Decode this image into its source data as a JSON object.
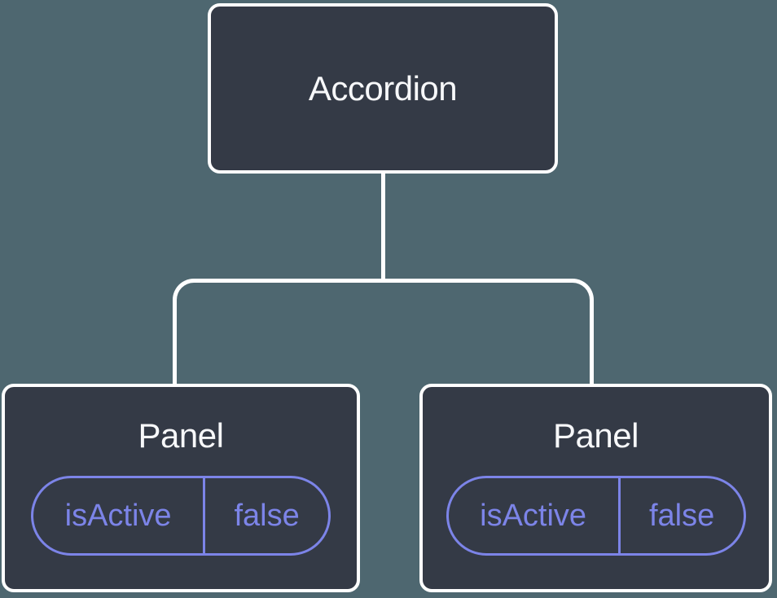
{
  "colors": {
    "background": "#4e6770",
    "node_fill": "#343a46",
    "node_border": "#ffffff",
    "connector": "#ffffff",
    "accent": "#7c84e8",
    "title_text": "#f7f8fa"
  },
  "tree": {
    "root": {
      "label": "Accordion"
    },
    "children": [
      {
        "label": "Panel",
        "state": {
          "key": "isActive",
          "value": "false"
        }
      },
      {
        "label": "Panel",
        "state": {
          "key": "isActive",
          "value": "false"
        }
      }
    ]
  }
}
